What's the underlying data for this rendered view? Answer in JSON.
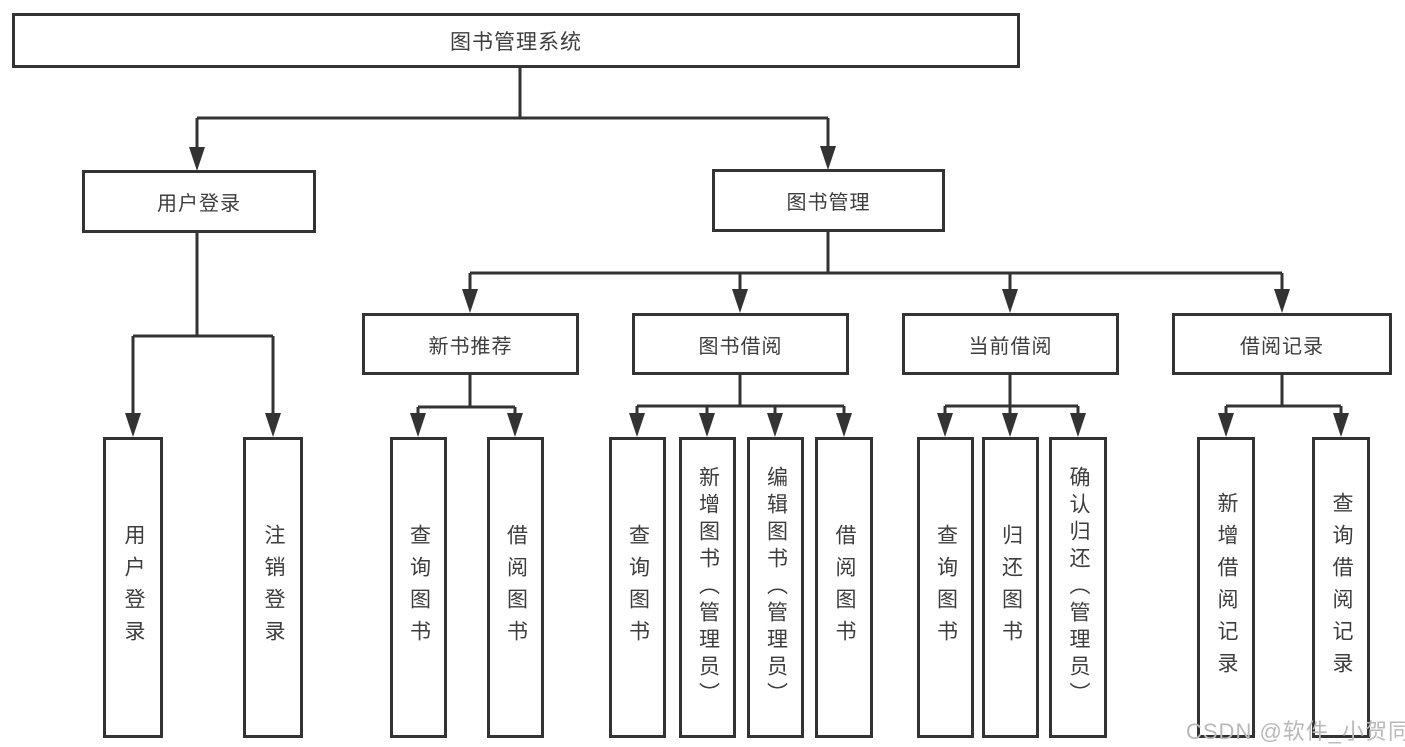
{
  "diagram": {
    "root": {
      "label": "图书管理系统"
    },
    "level2": [
      {
        "label": "用户登录",
        "children": [
          {
            "label": "用户登录"
          },
          {
            "label": "注销登录"
          }
        ]
      },
      {
        "label": "图书管理",
        "sections": [
          {
            "label": "新书推荐",
            "children": [
              {
                "label": "查询图书"
              },
              {
                "label": "借阅图书"
              }
            ]
          },
          {
            "label": "图书借阅",
            "children": [
              {
                "label": "查询图书"
              },
              {
                "label": "新增图书（管理员）"
              },
              {
                "label": "编辑图书（管理员）"
              },
              {
                "label": "借阅图书"
              }
            ]
          },
          {
            "label": "当前借阅",
            "children": [
              {
                "label": "查询图书"
              },
              {
                "label": "归还图书"
              },
              {
                "label": "确认归还（管理员）"
              }
            ]
          },
          {
            "label": "借阅记录",
            "children": [
              {
                "label": "新增借阅记录"
              },
              {
                "label": "查询借阅记录"
              }
            ]
          }
        ]
      }
    ]
  },
  "watermark": {
    "text": "CSDN @软件_小贺同学"
  },
  "colors": {
    "line": "#333333",
    "box_border": "#333333",
    "text": "#3d3d3d",
    "background": "#ffffff",
    "watermark": "#b9b9b9"
  }
}
